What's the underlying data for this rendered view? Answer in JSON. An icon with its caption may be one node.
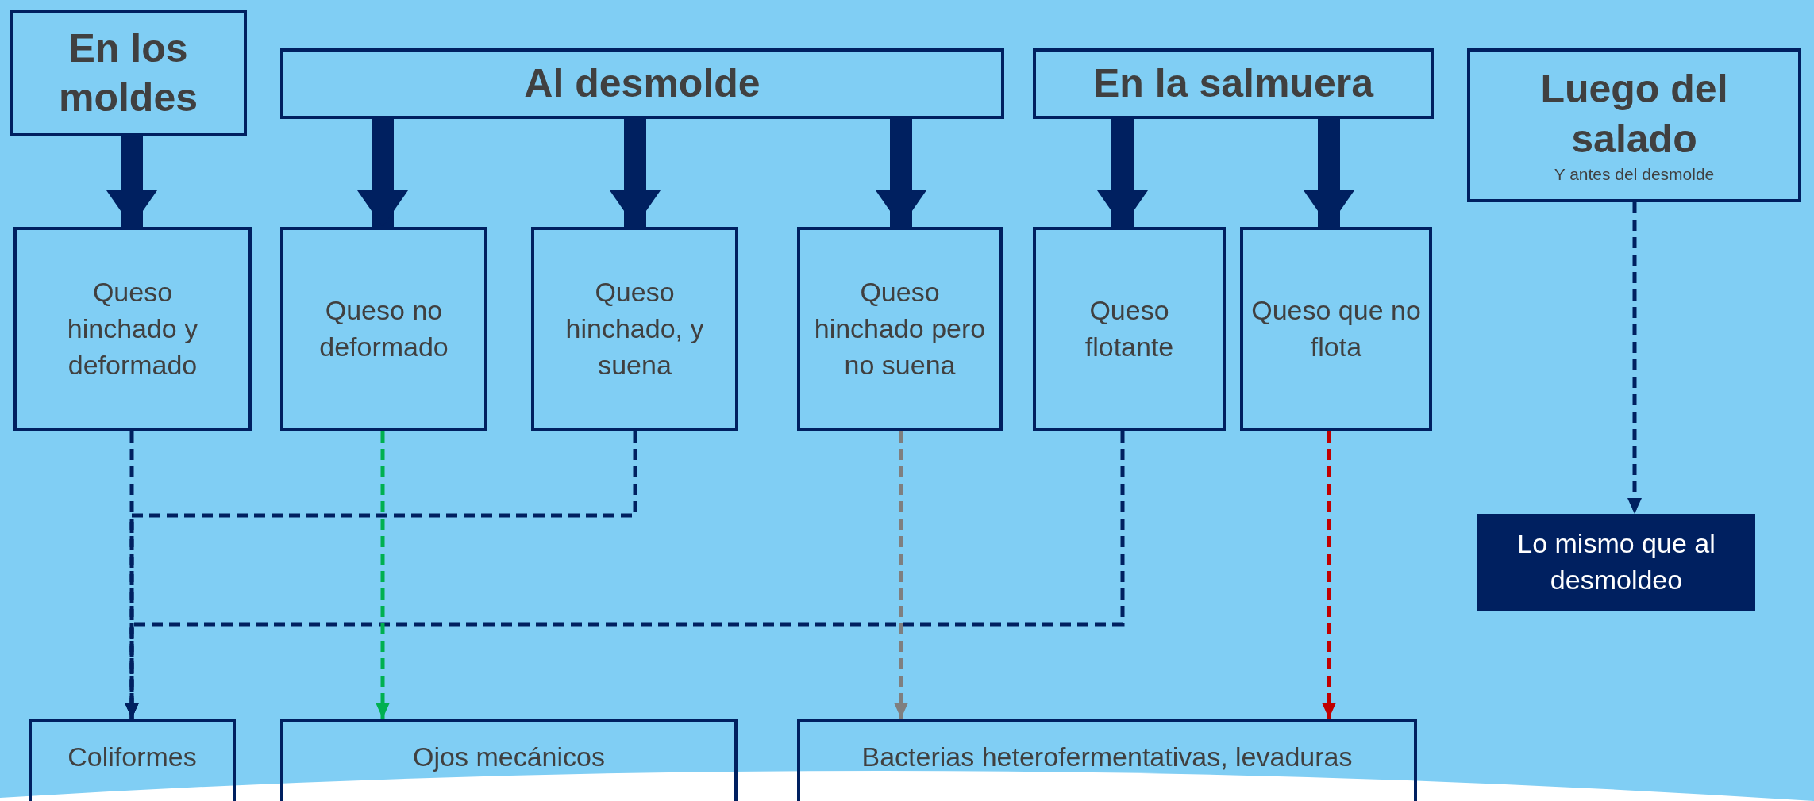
{
  "diagram": {
    "nodes": [
      {
        "text": [
          "En los moldes"
        ]
      },
      {
        "text": [
          "Al desmolde"
        ]
      },
      {
        "text": [
          "En la salmuera"
        ]
      },
      {
        "text": [
          "Luego del salado",
          "Y antes del desmolde"
        ]
      },
      {
        "text": [
          "Queso hinchado y deformado"
        ]
      },
      {
        "text": [
          "Queso no deformado"
        ]
      },
      {
        "text": [
          "Queso hinchado, y suena"
        ]
      },
      {
        "text": [
          "Queso hinchado pero no suena"
        ]
      },
      {
        "text": [
          "Queso flotante"
        ]
      },
      {
        "text": [
          "Queso que no flota"
        ]
      },
      {
        "text": [
          "Lo mismo que al desmoldeo"
        ]
      },
      {
        "text": [
          "Coliformes"
        ]
      },
      {
        "text": [
          "Ojos mecánicos"
        ]
      },
      {
        "text": [
          "Bacterias heterofermentativas, levaduras"
        ]
      }
    ],
    "edges": [
      {
        "from": 0,
        "to": 4,
        "arrow": "to",
        "style": "thick"
      },
      {
        "from": 1,
        "to": 5,
        "arrow": "to",
        "style": "thick"
      },
      {
        "from": 1,
        "to": 6,
        "arrow": "to",
        "style": "thick"
      },
      {
        "from": 1,
        "to": 7,
        "arrow": "to",
        "style": "thick"
      },
      {
        "from": 2,
        "to": 8,
        "arrow": "to",
        "style": "thick"
      },
      {
        "from": 2,
        "to": 9,
        "arrow": "to",
        "style": "thick"
      },
      {
        "from": 3,
        "to": 10,
        "arrow": "to",
        "style": "dashed"
      },
      {
        "from": 4,
        "to": 11,
        "arrow": "to",
        "style": "dashed"
      },
      {
        "from": 6,
        "to": 11,
        "arrow": "to",
        "style": "dashed"
      },
      {
        "from": 8,
        "to": 11,
        "arrow": "to",
        "style": "dashed"
      },
      {
        "from": 5,
        "to": 12,
        "arrow": "to",
        "style": "dashed",
        "color": "#00b050"
      },
      {
        "from": 7,
        "to": 13,
        "arrow": "to",
        "style": "dashed",
        "color": "#7f7f7f"
      },
      {
        "from": 9,
        "to": 13,
        "arrow": "to",
        "style": "dashed",
        "color": "#c00000"
      }
    ]
  }
}
